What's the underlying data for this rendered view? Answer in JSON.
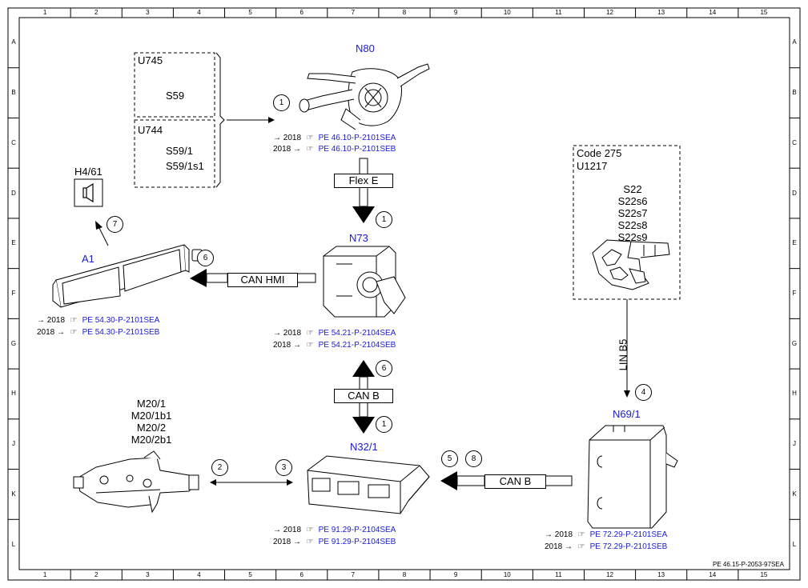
{
  "grid": {
    "columns": [
      "1",
      "2",
      "3",
      "4",
      "5",
      "6",
      "7",
      "8",
      "9",
      "10",
      "11",
      "12",
      "13",
      "14",
      "15"
    ],
    "rows": [
      "A",
      "B",
      "C",
      "D",
      "E",
      "F",
      "G",
      "H",
      "J",
      "K",
      "L"
    ]
  },
  "components": {
    "n80": {
      "label": "N80"
    },
    "n73": {
      "label": "N73"
    },
    "a1": {
      "label": "A1"
    },
    "n32_1": {
      "label": "N32/1"
    },
    "n69_1": {
      "label": "N69/1"
    },
    "h4_61": {
      "label": "H4/61"
    },
    "m20": {
      "labels": [
        "M20/1",
        "M20/1b1",
        "M20/2",
        "M20/2b1"
      ]
    }
  },
  "switch_group": {
    "u745": {
      "title": "U745",
      "items": [
        "S59"
      ]
    },
    "u744": {
      "title": "U744",
      "items": [
        "S59/1",
        "S59/1s1"
      ]
    }
  },
  "seat_group": {
    "title_lines": [
      "Code 275",
      "U1217"
    ],
    "items": [
      "S22",
      "S22s6",
      "S22s7",
      "S22s8",
      "S22s9"
    ]
  },
  "connections": {
    "flex_e": "Flex E",
    "can_hmi": "CAN HMI",
    "can_b_vertical": "CAN B",
    "can_b_horizontal": "CAN B",
    "lin_b5": "LIN B5"
  },
  "markers": {
    "m1_n80": "1",
    "m1_flex": "1",
    "m1_n32": "1",
    "m2": "2",
    "m3": "3",
    "m4": "4",
    "m5": "5",
    "m6_hmi": "6",
    "m6_canb": "6",
    "m7": "7",
    "m8": "8"
  },
  "references": {
    "n80": [
      {
        "pre": "→ 2018",
        "code": "PE 46.10-P-2101SEA"
      },
      {
        "pre": "2018 →",
        "code": "PE 46.10-P-2101SEB"
      }
    ],
    "a1": [
      {
        "pre": "→ 2018",
        "code": "PE 54.30-P-2101SEA"
      },
      {
        "pre": "2018 →",
        "code": "PE 54.30-P-2101SEB"
      }
    ],
    "n73": [
      {
        "pre": "→ 2018",
        "code": "PE 54.21-P-2104SEA"
      },
      {
        "pre": "2018 →",
        "code": "PE 54.21-P-2104SEB"
      }
    ],
    "n32_1": [
      {
        "pre": "→ 2018",
        "code": "PE 91.29-P-2104SEA"
      },
      {
        "pre": "2018 →",
        "code": "PE 91.29-P-2104SEB"
      }
    ],
    "n69_1": [
      {
        "pre": "→ 2018",
        "code": "PE 72.29-P-2101SEA"
      },
      {
        "pre": "2018 →",
        "code": "PE 72.29-P-2101SEB"
      }
    ]
  },
  "footer": "PE 46.15-P-2053-97SEA",
  "colors": {
    "component_label": "#1a1adb",
    "line": "#000000"
  }
}
